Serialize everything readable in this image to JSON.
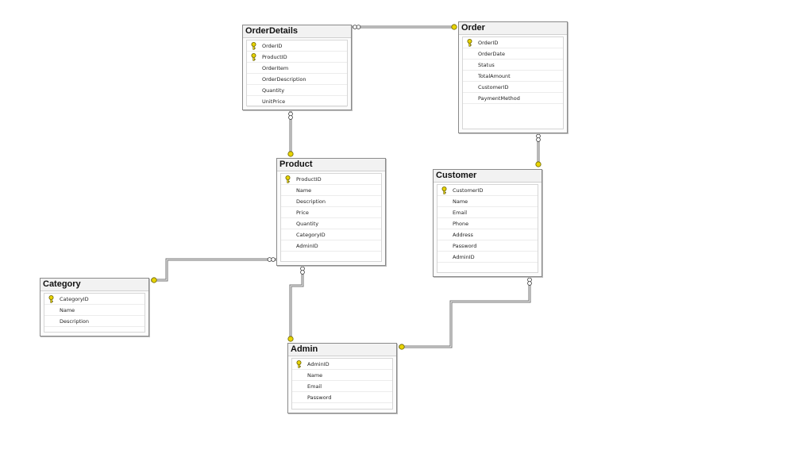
{
  "tables": {
    "orderdetails": {
      "title": "OrderDetails",
      "columns": [
        {
          "name": "OrderID",
          "pk": true
        },
        {
          "name": "ProductID",
          "pk": true
        },
        {
          "name": "OrderItem",
          "pk": false
        },
        {
          "name": "OrderDescription",
          "pk": false
        },
        {
          "name": "Quantity",
          "pk": false
        },
        {
          "name": "UnitPrice",
          "pk": false
        }
      ]
    },
    "order": {
      "title": "Order",
      "columns": [
        {
          "name": "OrderID",
          "pk": true
        },
        {
          "name": "OrderDate",
          "pk": false
        },
        {
          "name": "Status",
          "pk": false
        },
        {
          "name": "TotalAmount",
          "pk": false
        },
        {
          "name": "CustomerID",
          "pk": false
        },
        {
          "name": "PaymentMethod",
          "pk": false
        }
      ]
    },
    "product": {
      "title": "Product",
      "columns": [
        {
          "name": "ProductID",
          "pk": true
        },
        {
          "name": "Name",
          "pk": false
        },
        {
          "name": "Description",
          "pk": false
        },
        {
          "name": "Price",
          "pk": false
        },
        {
          "name": "Quantity",
          "pk": false
        },
        {
          "name": "CategoryID",
          "pk": false
        },
        {
          "name": "AdminID",
          "pk": false
        }
      ]
    },
    "customer": {
      "title": "Customer",
      "columns": [
        {
          "name": "CustomerID",
          "pk": true
        },
        {
          "name": "Name",
          "pk": false
        },
        {
          "name": "Email",
          "pk": false
        },
        {
          "name": "Phone",
          "pk": false
        },
        {
          "name": "Address",
          "pk": false
        },
        {
          "name": "Password",
          "pk": false
        },
        {
          "name": "AdminID",
          "pk": false
        }
      ]
    },
    "category": {
      "title": "Category",
      "columns": [
        {
          "name": "CategoryID",
          "pk": true
        },
        {
          "name": "Name",
          "pk": false
        },
        {
          "name": "Description",
          "pk": false
        }
      ]
    },
    "admin": {
      "title": "Admin",
      "columns": [
        {
          "name": "AdminID",
          "pk": true
        },
        {
          "name": "Name",
          "pk": false
        },
        {
          "name": "Email",
          "pk": false
        },
        {
          "name": "Password",
          "pk": false
        }
      ]
    }
  },
  "relationships": [
    {
      "from": "orderdetails",
      "to": "order"
    },
    {
      "from": "orderdetails",
      "to": "product"
    },
    {
      "from": "order",
      "to": "customer"
    },
    {
      "from": "product",
      "to": "category"
    },
    {
      "from": "product",
      "to": "admin"
    },
    {
      "from": "customer",
      "to": "admin"
    }
  ],
  "colors": {
    "key": "#e8d400",
    "key_outline": "#6b6200",
    "line": "#707070",
    "border": "#8a8a8a"
  }
}
